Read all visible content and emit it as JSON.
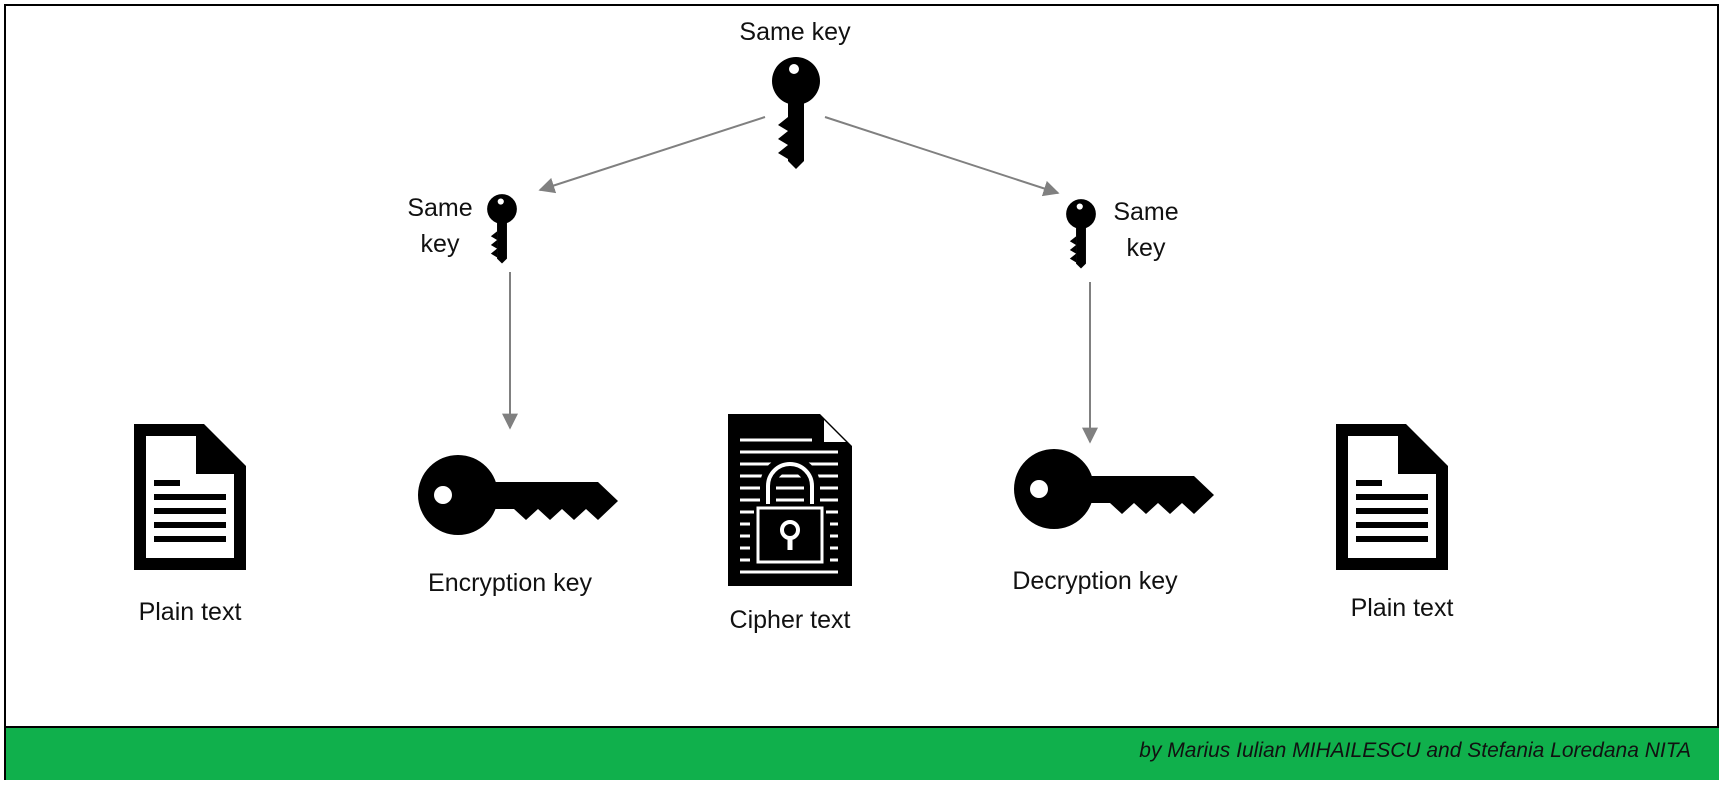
{
  "labels": {
    "top_key": "Same key",
    "left_key_line1": "Same",
    "left_key_line2": "key",
    "right_key_line1": "Same",
    "right_key_line2": "key",
    "plain_left": "Plain text",
    "encryption": "Encryption key",
    "cipher": "Cipher text",
    "decryption": "Decryption key",
    "plain_right": "Plain text"
  },
  "footer": {
    "credit": "by Marius Iulian MIHAILESCU and Stefania Loredana NITA"
  },
  "colors": {
    "icon": "#000000",
    "arrow": "#808080",
    "footer_bg": "#10b04c"
  },
  "icons": [
    "key-icon",
    "document-icon",
    "locked-document-icon"
  ]
}
